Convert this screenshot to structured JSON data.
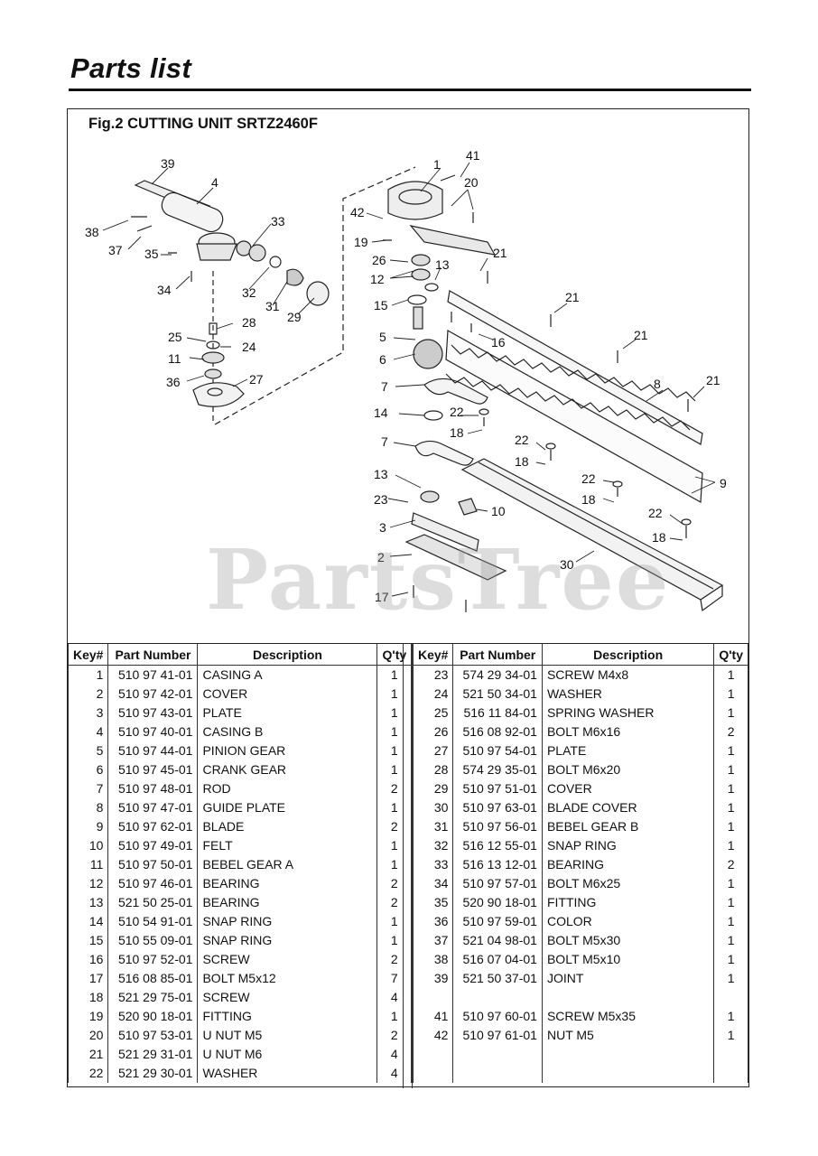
{
  "page_title": "Parts list",
  "figure_title": "Fig.2 CUTTING UNIT  SRTZ2460F",
  "watermark": "PartsTree",
  "table_headers": {
    "key": "Key#",
    "part_number": "Part Number",
    "description": "Description",
    "qty": "Q'ty"
  },
  "parts_left": [
    {
      "key": "1",
      "pn": "510 97 41-01",
      "desc": "CASING A",
      "qty": "1"
    },
    {
      "key": "2",
      "pn": "510 97 42-01",
      "desc": "COVER",
      "qty": "1"
    },
    {
      "key": "3",
      "pn": "510 97 43-01",
      "desc": "PLATE",
      "qty": "1"
    },
    {
      "key": "4",
      "pn": "510 97 40-01",
      "desc": "CASING B",
      "qty": "1"
    },
    {
      "key": "5",
      "pn": "510 97 44-01",
      "desc": "PINION GEAR",
      "qty": "1"
    },
    {
      "key": "6",
      "pn": "510 97 45-01",
      "desc": "CRANK GEAR",
      "qty": "1"
    },
    {
      "key": "7",
      "pn": "510 97 48-01",
      "desc": "ROD",
      "qty": "2"
    },
    {
      "key": "8",
      "pn": "510 97 47-01",
      "desc": "GUIDE PLATE",
      "qty": "1"
    },
    {
      "key": "9",
      "pn": "510 97 62-01",
      "desc": "BLADE",
      "qty": "2"
    },
    {
      "key": "10",
      "pn": "510 97 49-01",
      "desc": "FELT",
      "qty": "1"
    },
    {
      "key": "11",
      "pn": "510 97 50-01",
      "desc": "BEBEL GEAR A",
      "qty": "1"
    },
    {
      "key": "12",
      "pn": "510 97 46-01",
      "desc": "BEARING",
      "qty": "2"
    },
    {
      "key": "13",
      "pn": "521 50 25-01",
      "desc": "BEARING",
      "qty": "2"
    },
    {
      "key": "14",
      "pn": "510 54 91-01",
      "desc": "SNAP RING",
      "qty": "1"
    },
    {
      "key": "15",
      "pn": "510 55 09-01",
      "desc": "SNAP RING",
      "qty": "1"
    },
    {
      "key": "16",
      "pn": "510 97 52-01",
      "desc": "SCREW",
      "qty": "2"
    },
    {
      "key": "17",
      "pn": "516 08 85-01",
      "desc": "BOLT M5x12",
      "qty": "7"
    },
    {
      "key": "18",
      "pn": "521 29 75-01",
      "desc": "SCREW",
      "qty": "4"
    },
    {
      "key": "19",
      "pn": "520 90 18-01",
      "desc": "FITTING",
      "qty": "1"
    },
    {
      "key": "20",
      "pn": "510 97 53-01",
      "desc": "U NUT M5",
      "qty": "2"
    },
    {
      "key": "21",
      "pn": "521 29 31-01",
      "desc": "U NUT M6",
      "qty": "4"
    },
    {
      "key": "22",
      "pn": "521 29 30-01",
      "desc": "WASHER",
      "qty": "4"
    }
  ],
  "parts_right": [
    {
      "key": "23",
      "pn": "574 29 34-01",
      "desc": "SCREW M4x8",
      "qty": "1"
    },
    {
      "key": "24",
      "pn": "521 50 34-01",
      "desc": "WASHER",
      "qty": "1"
    },
    {
      "key": "25",
      "pn": "516 11 84-01",
      "desc": "SPRING WASHER",
      "qty": "1"
    },
    {
      "key": "26",
      "pn": "516 08 92-01",
      "desc": "BOLT M6x16",
      "qty": "2"
    },
    {
      "key": "27",
      "pn": "510 97 54-01",
      "desc": "PLATE",
      "qty": "1"
    },
    {
      "key": "28",
      "pn": "574 29 35-01",
      "desc": "BOLT M6x20",
      "qty": "1"
    },
    {
      "key": "29",
      "pn": "510 97 51-01",
      "desc": "COVER",
      "qty": "1"
    },
    {
      "key": "30",
      "pn": "510 97 63-01",
      "desc": "BLADE COVER",
      "qty": "1"
    },
    {
      "key": "31",
      "pn": "510 97 56-01",
      "desc": "BEBEL GEAR B",
      "qty": "1"
    },
    {
      "key": "32",
      "pn": "516 12 55-01",
      "desc": "SNAP RING",
      "qty": "1"
    },
    {
      "key": "33",
      "pn": "516 13 12-01",
      "desc": "BEARING",
      "qty": "2"
    },
    {
      "key": "34",
      "pn": "510 97 57-01",
      "desc": "BOLT M6x25",
      "qty": "1"
    },
    {
      "key": "35",
      "pn": "520 90 18-01",
      "desc": "FITTING",
      "qty": "1"
    },
    {
      "key": "36",
      "pn": "510 97 59-01",
      "desc": "COLOR",
      "qty": "1"
    },
    {
      "key": "37",
      "pn": "521 04 98-01",
      "desc": "BOLT M5x30",
      "qty": "1"
    },
    {
      "key": "38",
      "pn": "516 07 04-01",
      "desc": "BOLT M5x10",
      "qty": "1"
    },
    {
      "key": "39",
      "pn": "521 50 37-01",
      "desc": "JOINT",
      "qty": "1"
    },
    {
      "key": "",
      "pn": "",
      "desc": "",
      "qty": ""
    },
    {
      "key": "41",
      "pn": "510 97 60-01",
      "desc": "SCREW M5x35",
      "qty": "1"
    },
    {
      "key": "42",
      "pn": "510 97 61-01",
      "desc": "NUT M5",
      "qty": "1"
    },
    {
      "key": "",
      "pn": "",
      "desc": "",
      "qty": ""
    },
    {
      "key": "",
      "pn": "",
      "desc": "",
      "qty": ""
    }
  ],
  "callouts": [
    "1",
    "2",
    "3",
    "4",
    "5",
    "6",
    "7",
    "7",
    "8",
    "9",
    "10",
    "11",
    "12",
    "13",
    "13",
    "14",
    "15",
    "16",
    "17",
    "18",
    "18",
    "18",
    "18",
    "19",
    "20",
    "21",
    "21",
    "21",
    "21",
    "22",
    "22",
    "22",
    "22",
    "23",
    "24",
    "25",
    "26",
    "27",
    "28",
    "29",
    "30",
    "31",
    "32",
    "33",
    "34",
    "35",
    "36",
    "37",
    "38",
    "39",
    "41",
    "42"
  ]
}
